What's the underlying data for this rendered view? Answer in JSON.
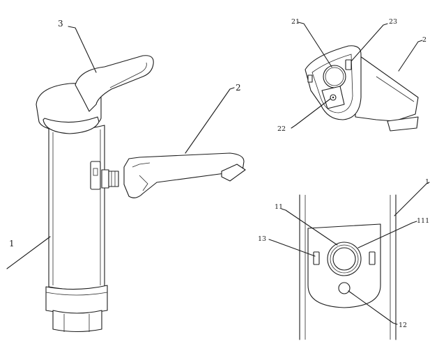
{
  "figure": {
    "panels": [
      {
        "id": "main-assembly",
        "labels": [
          "3",
          "2",
          "1"
        ]
      },
      {
        "id": "spout-detail",
        "labels": [
          "21",
          "23",
          "2",
          "22"
        ]
      },
      {
        "id": "body-detail",
        "labels": [
          "1",
          "11",
          "111",
          "13",
          "12"
        ]
      }
    ]
  },
  "labels": {
    "main_3": "3",
    "main_2": "2",
    "main_1": "1",
    "spout_21": "21",
    "spout_23": "23",
    "spout_2": "2",
    "spout_22": "22",
    "body_1": "1",
    "body_11": "11",
    "body_111": "111",
    "body_13": "13",
    "body_12": "12"
  }
}
